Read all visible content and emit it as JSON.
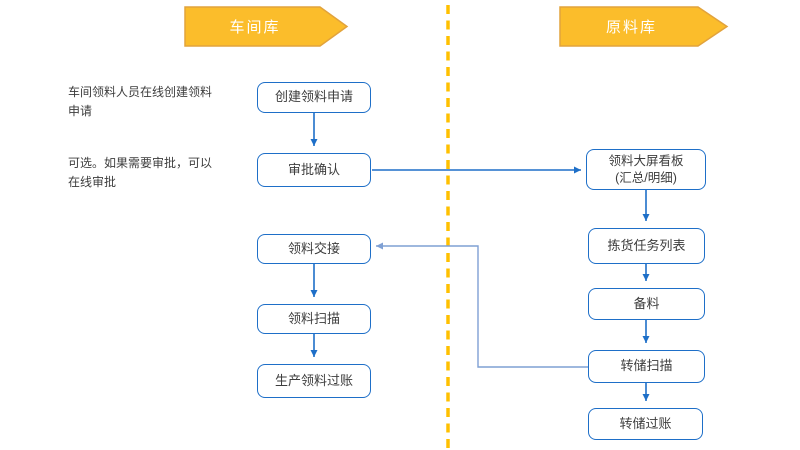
{
  "slide": {
    "type": "flowchart",
    "colors": {
      "lane_header_fill": "#fbbd2b",
      "lane_header_border": "#e2a33c",
      "divider": "#ffc000",
      "box_border": "#1e6fc8",
      "arrow": "#1e6fc8",
      "elbow_arrow": "#8faadc",
      "text": "#3d3d3d",
      "header_text": "#ffffff"
    }
  },
  "lanes": {
    "workshop": {
      "header": "车间库",
      "nodes": [
        {
          "label": "创建领料申请"
        },
        {
          "label": "审批确认"
        },
        {
          "label": "领料交接"
        },
        {
          "label": "领料扫描"
        },
        {
          "label": "生产领料过账"
        }
      ]
    },
    "warehouse": {
      "header": "原料库",
      "nodes": [
        {
          "label": "领料大屏看板",
          "label2": "(汇总/明细)"
        },
        {
          "label": "拣货任务列表"
        },
        {
          "label": "备料"
        },
        {
          "label": "转储扫描"
        },
        {
          "label": "转储过账"
        }
      ]
    }
  },
  "annotations": [
    {
      "text": "车间领料人员在线创建领料申请"
    },
    {
      "text": "可选。如果需要审批，可以在线审批"
    }
  ],
  "flows": [
    {
      "from": "创建领料申请",
      "to": "审批确认"
    },
    {
      "from": "审批确认",
      "to": "领料大屏看板(汇总/明细)"
    },
    {
      "from": "领料大屏看板(汇总/明细)",
      "to": "拣货任务列表"
    },
    {
      "from": "拣货任务列表",
      "to": "备料"
    },
    {
      "from": "备料",
      "to": "转储扫描"
    },
    {
      "from": "转储扫描",
      "to": "转储过账"
    },
    {
      "from": "转储扫描",
      "to": "领料交接"
    },
    {
      "from": "领料交接",
      "to": "领料扫描"
    },
    {
      "from": "领料扫描",
      "to": "生产领料过账"
    }
  ]
}
